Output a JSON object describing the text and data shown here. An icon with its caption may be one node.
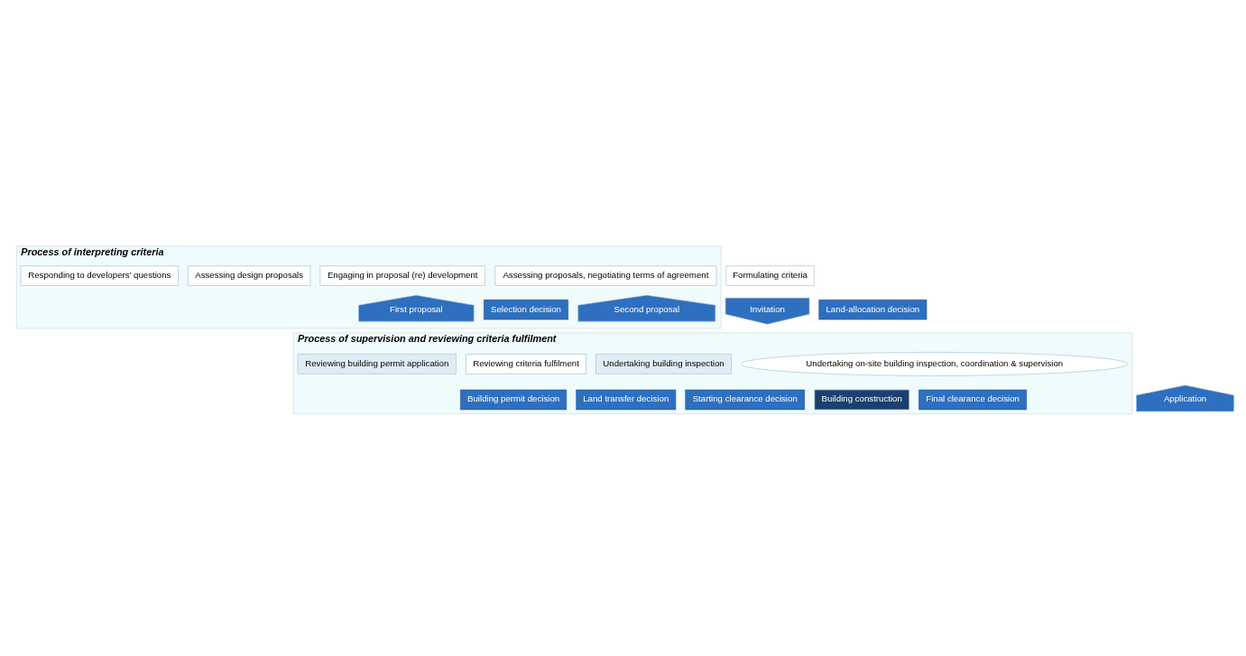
{
  "diagram": {
    "nodes": [
      {
        "text": [
          "Process of interpreting criteria"
        ]
      },
      {
        "text": [
          "Formulating criteria"
        ]
      },
      {
        "text": [
          "Responding to developers’ questions"
        ],
        "in": 0
      },
      {
        "text": [
          "Assessing design proposals"
        ],
        "in": 0
      },
      {
        "text": [
          "Engaging in proposal (re) development"
        ],
        "in": 0
      },
      {
        "text": [
          "Assessing proposals, negotiating terms of agreement"
        ],
        "in": 0
      },
      {
        "text": [
          "Invitation"
        ]
      },
      {
        "text": [
          "First proposal"
        ],
        "in": 0
      },
      {
        "text": [
          "Selection decision"
        ],
        "in": 0
      },
      {
        "text": [
          "Second proposal"
        ],
        "in": 0
      },
      {
        "text": [
          "Land-allocation decision"
        ]
      },
      {
        "text": [
          "Process of supervision and reviewing criteria fulfilment"
        ]
      },
      {
        "text": [
          "Reviewing building permit application"
        ],
        "in": 11
      },
      {
        "text": [
          "Reviewing criteria fulfilment"
        ],
        "in": 11
      },
      {
        "text": [
          "Undertaking building inspection"
        ],
        "in": 11
      },
      {
        "text": [
          "Undertaking on-site building inspection, coordination & supervision"
        ],
        "in": 11
      },
      {
        "text": [
          "Application"
        ]
      },
      {
        "text": [
          "Building permit decision"
        ],
        "in": 11
      },
      {
        "text": [
          "Land transfer decision"
        ],
        "in": 11
      },
      {
        "text": [
          "Starting clearance decision"
        ],
        "in": 11
      },
      {
        "text": [
          "Building construction"
        ],
        "in": 11
      },
      {
        "text": [
          "Final clearance decision"
        ],
        "in": 11
      }
    ]
  }
}
